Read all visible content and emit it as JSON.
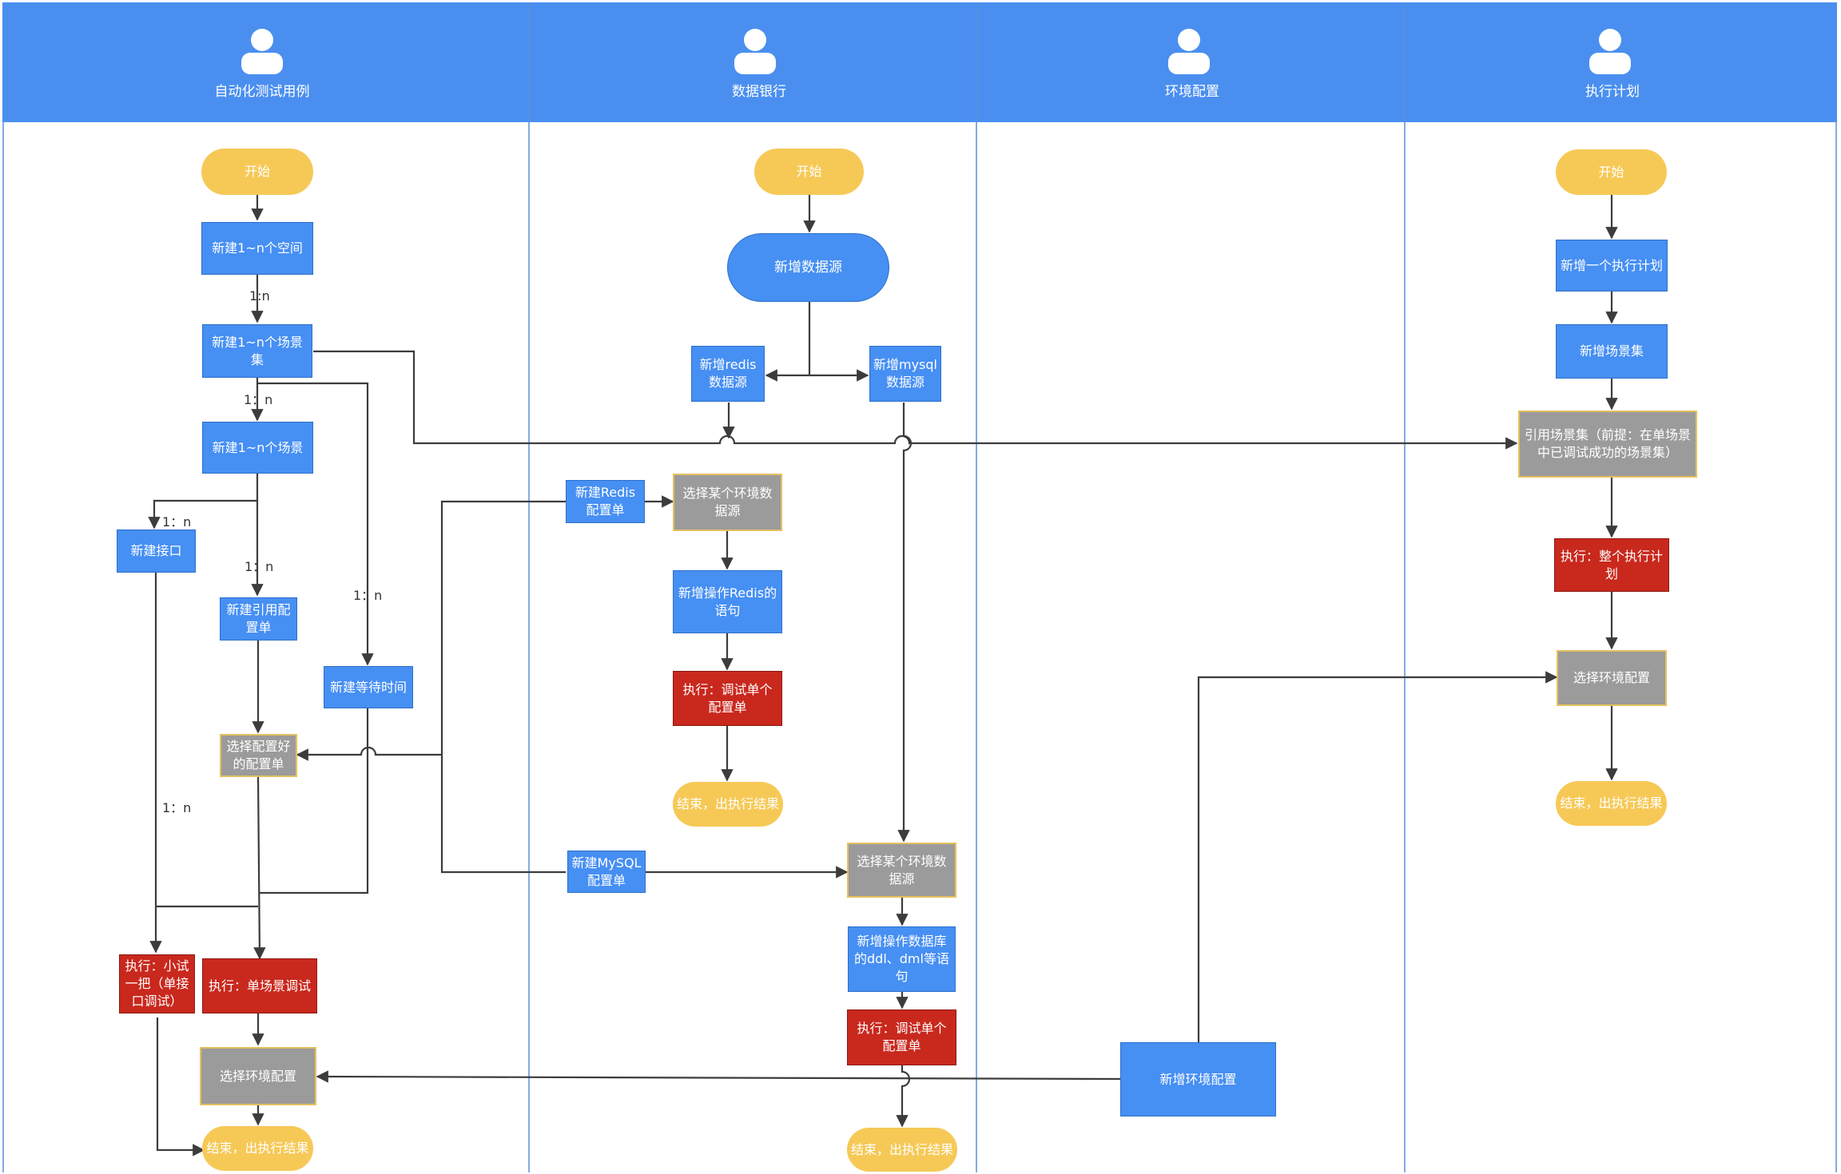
{
  "colors": {
    "header": "#4a8ff0",
    "blue_node": "#468ff3",
    "gray_node": "#9b9b9b",
    "gray_node_border": "#e3c15f",
    "red_node": "#c9281d",
    "terminal": "#f6c957",
    "lane_divider": "#5a8fd8",
    "connector": "#3c3c3c"
  },
  "lanes": [
    {
      "title": "自动化测试用例",
      "icon": "user-icon"
    },
    {
      "title": "数据银行",
      "icon": "user-icon"
    },
    {
      "title": "环境配置",
      "icon": "user-icon"
    },
    {
      "title": "执行计划",
      "icon": "user-icon"
    }
  ],
  "nodes": {
    "auto_start": "开始",
    "new_space": "新建1~n个空间",
    "new_scenario_set": "新建1~n个场景集",
    "new_scenario": "新建1~n个场景",
    "new_interface": "新建接口",
    "new_ref_config": "新建引用配置单",
    "new_wait_time": "新建等待时间",
    "select_config": "选择配置好的配置单",
    "exec_try": "执行：小试一把（单接口调试）",
    "exec_single_scenario": "执行：单场景调试",
    "auto_select_env": "选择环境配置",
    "auto_end": "结束，出执行结果",
    "bank_start": "开始",
    "new_datasource": "新增数据源",
    "new_redis_ds": "新增redis数据源",
    "new_mysql_ds": "新增mysql数据源",
    "new_redis_config": "新建Redis配置单",
    "select_env_ds_redis": "选择某个环境数据源",
    "new_redis_stmt": "新增操作Redis的语句",
    "exec_redis_config": "执行：调试单个配置单",
    "redis_end": "结束，出执行结果",
    "new_mysql_config": "新建MySQL配置单",
    "select_env_ds_mysql": "选择某个环境数据源",
    "new_db_stmt": "新增操作数据库的ddl、dml等语句",
    "exec_mysql_config": "执行：调试单个配置单",
    "mysql_end": "结束，出执行结果",
    "new_env_config": "新增环境配置",
    "plan_start": "开始",
    "new_plan": "新增一个执行计划",
    "new_plan_scenario_set": "新增场景集",
    "ref_scenario_set": "引用场景集（前提：在单场景中已调试成功的场景集）",
    "exec_plan": "执行：整个执行计划",
    "plan_select_env": "选择环境配置",
    "plan_end": "结束，出执行结果"
  },
  "edge_labels": {
    "space_to_set": "1:n",
    "set_to_scenario": "1：n",
    "scenario_to_interface": "1：n",
    "scenario_to_ref": "1：n",
    "set_to_wait": "1：n",
    "interface_to_exec": "1：n"
  }
}
